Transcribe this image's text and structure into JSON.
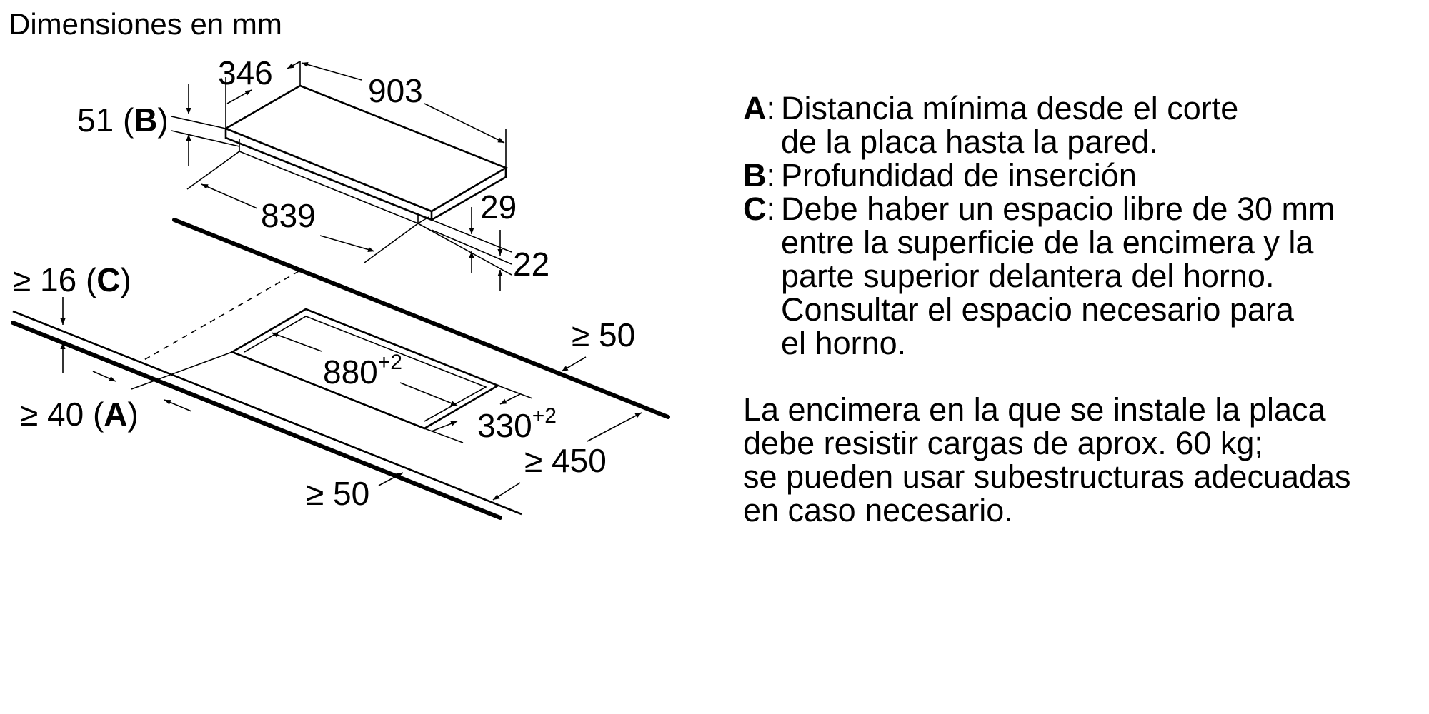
{
  "diagram": {
    "title": "Dimensiones en mm",
    "dimensions": {
      "cooktop_depth": "346",
      "cooktop_width": "903",
      "insertion_depth_value": "51 (",
      "insertion_depth_letter": "B",
      "insertion_depth_close": ")",
      "body_width": "839",
      "glass_thickness": "29",
      "body_height": "22",
      "clearance_back_value": "≥ 16 (",
      "clearance_back_letter": "C",
      "clearance_back_close": ")",
      "min_distance_wall_value": "≥ 40 (",
      "min_distance_wall_letter": "A",
      "min_distance_wall_close": ")",
      "cutout_width": "880",
      "cutout_width_tolerance": "+2",
      "cutout_depth": "330",
      "cutout_depth_tolerance": "+2",
      "side_clearance_right": "≥ 50",
      "front_clearance": "≥ 450",
      "side_clearance_front": "≥ 50"
    }
  },
  "legend": [
    {
      "key": "A",
      "lines": [
        "Distancia mínima desde el corte",
        "de la placa hasta la pared."
      ]
    },
    {
      "key": "B",
      "lines": [
        "Profundidad de inserción"
      ]
    },
    {
      "key": "C",
      "lines": [
        "Debe haber un espacio libre de 30 mm",
        "entre la superficie de la encimera y la",
        "parte superior delantera del horno.",
        "Consultar el espacio necesario para",
        "el horno."
      ]
    }
  ],
  "note": {
    "lines": [
      "La encimera en la que se instale la placa",
      "debe resistir cargas de aprox. 60 kg;",
      "se pueden usar subestructuras adecuadas",
      "en caso necesario."
    ]
  }
}
